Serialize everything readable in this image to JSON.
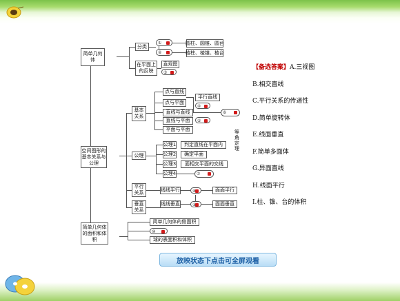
{
  "diagram": {
    "n_simple": "简单几何体",
    "n_class": "分类",
    "n_c1": "圆柱、圆锥、圆台",
    "n_c2": "棱柱、棱锥、棱台",
    "n_plane_rep": "在平面上的反映",
    "n_view": "直观图",
    "n_space_rel": "空间图形的基本关系与公理",
    "n_basic_rel": "基本关系",
    "n_r1": "点与直线",
    "n_r2": "点与平面",
    "n_r3": "直线与直线",
    "n_r4": "直线与平面",
    "n_r5": "平面与平面",
    "n_para_line": "平行直线",
    "n_theorem": "等角定理",
    "n_axiom": "公理",
    "n_a1": "公理1",
    "n_a1d": "判定直线在平面内",
    "n_a2": "公理2",
    "n_a2d": "确定平面",
    "n_a3": "公理3",
    "n_a3d": "面相交平面的交线",
    "n_a4": "公理4",
    "n_parallel": "平行关系",
    "n_line_para": "线线平行",
    "n_plane_para": "面面平行",
    "n_perp": "垂直关系",
    "n_line_perp": "线线垂直",
    "n_plane_perp": "面面垂直",
    "n_area_vol": "简单几何体的面积和体积",
    "n_side_area": "简单几何体的侧面积",
    "n_sphere": "球的表面积和体积"
  },
  "answers": {
    "label": "【备选答案】",
    "items": [
      "A.三视图",
      "B.相交直线",
      "C.平行关系的传递性",
      "D.简单旋转体",
      "E.线面垂直",
      "F.简单多面体",
      "G.异面直线",
      "H.线面平行",
      "I.柱、锥、台的体积"
    ]
  },
  "footer": {
    "play_button": "放映状态下点击可全屏观看"
  }
}
